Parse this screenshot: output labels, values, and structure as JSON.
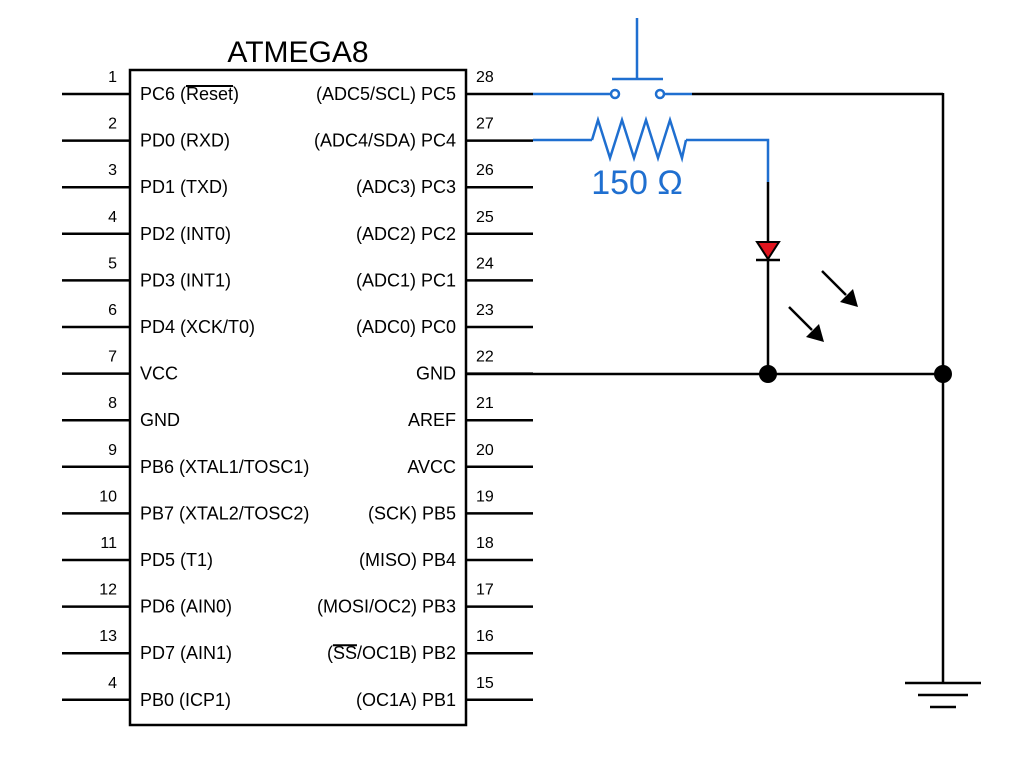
{
  "chip": {
    "title": "ATMEGA8",
    "left_pins": [
      {
        "num": "1",
        "label": "PC6 (Reset)",
        "pre": "PC6 (",
        "over": "Reset",
        "post": ")"
      },
      {
        "num": "2",
        "label": "PD0 (RXD)"
      },
      {
        "num": "3",
        "label": "PD1 (TXD)"
      },
      {
        "num": "4",
        "label": "PD2 (INT0)"
      },
      {
        "num": "5",
        "label": "PD3 (INT1)"
      },
      {
        "num": "6",
        "label": "PD4 (XCK/T0)"
      },
      {
        "num": "7",
        "label": "VCC"
      },
      {
        "num": "8",
        "label": "GND"
      },
      {
        "num": "9",
        "label": "PB6 (XTAL1/TOSC1)"
      },
      {
        "num": "10",
        "label": "PB7 (XTAL2/TOSC2)"
      },
      {
        "num": "11",
        "label": "PD5 (T1)"
      },
      {
        "num": "12",
        "label": "PD6 (AIN0)"
      },
      {
        "num": "13",
        "label": "PD7 (AIN1)"
      },
      {
        "num": "4",
        "label": "PB0 (ICP1)"
      }
    ],
    "right_pins": [
      {
        "num": "28",
        "label": "(ADC5/SCL) PC5"
      },
      {
        "num": "27",
        "label": "(ADC4/SDA) PC4"
      },
      {
        "num": "26",
        "label": "(ADC3) PC3"
      },
      {
        "num": "25",
        "label": "(ADC2) PC2"
      },
      {
        "num": "24",
        "label": "(ADC1) PC1"
      },
      {
        "num": "23",
        "label": "(ADC0) PC0"
      },
      {
        "num": "22",
        "label": "GND"
      },
      {
        "num": "21",
        "label": "AREF"
      },
      {
        "num": "20",
        "label": "AVCC"
      },
      {
        "num": "19",
        "label": "(SCK) PB5"
      },
      {
        "num": "18",
        "label": "(MISO) PB4"
      },
      {
        "num": "17",
        "label": "(MOSI/OC2) PB3"
      },
      {
        "num": "16",
        "label": "(SS/OC1B) PB2",
        "pre": "(",
        "over": "SS",
        "post": "/OC1B) PB2"
      },
      {
        "num": "15",
        "label": "(OC1A) PB1"
      }
    ]
  },
  "resistor": {
    "label": "150 Ω"
  },
  "colors": {
    "wire": "#000000",
    "highlight": "#1f6fd0",
    "led_fill": "#e0141e"
  },
  "components": {
    "switch": "pushbutton-switch",
    "resistor": "resistor",
    "led": "led",
    "ground": "ground-symbol"
  }
}
